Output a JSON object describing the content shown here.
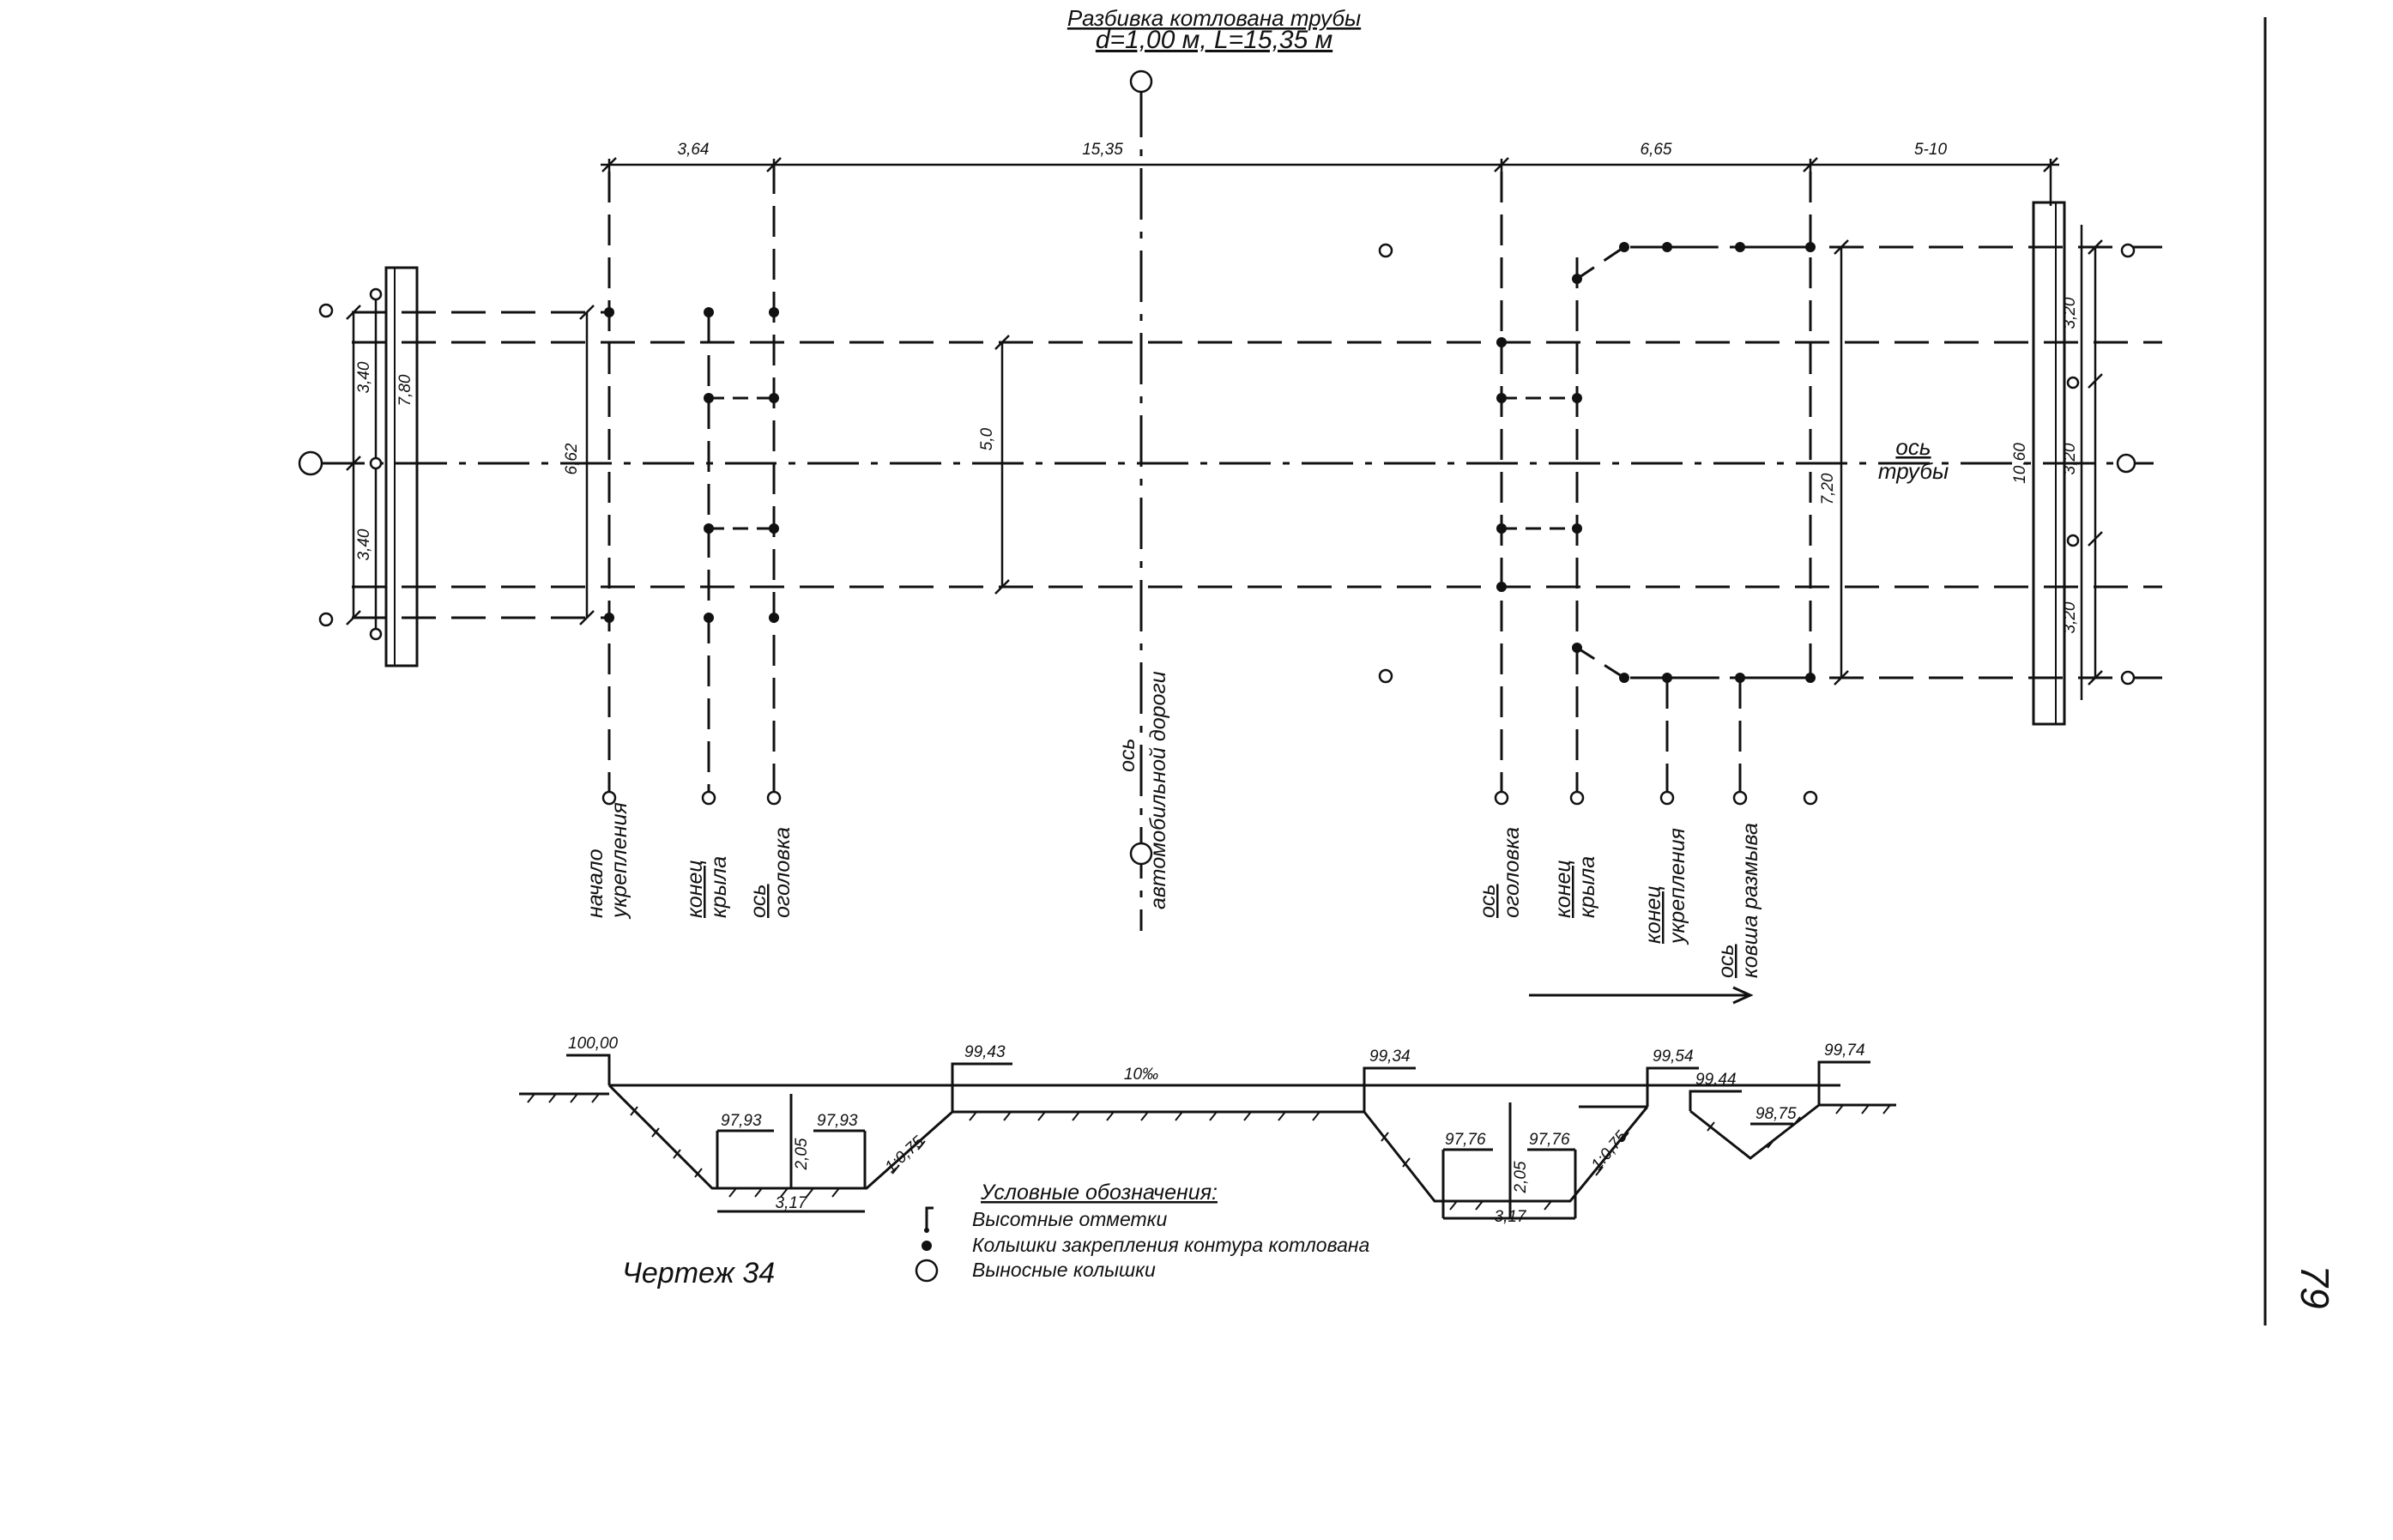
{
  "title": {
    "line1": "Разбивка котлована трубы",
    "line2": "d=1,00 м,  L=15,35 м"
  },
  "top_dimensions": [
    "3,64",
    "15,35",
    "6,65",
    "5-10"
  ],
  "left_dimensions": {
    "upper": "3,40",
    "lower": "3,40",
    "total": "7,80",
    "inner": "6,62"
  },
  "middle_dimension": "5,0",
  "right_dimensions": {
    "wing": "7,20",
    "total": "10,60",
    "seg1": "3,20",
    "seg2": "3,20",
    "seg3": "3,20"
  },
  "pipe_axis": {
    "line1": "ось",
    "line2": "трубы"
  },
  "road_axis": {
    "line1": "ось",
    "line2": "автомобильной дороги"
  },
  "point_labels": [
    {
      "top": "начало",
      "bottom": "укрепления"
    },
    {
      "top": "конец",
      "bottom": "крыла"
    },
    {
      "top": "ось",
      "bottom": "оголовка"
    },
    {
      "top": "ось",
      "bottom": "оголовка"
    },
    {
      "top": "конец",
      "bottom": "крыла"
    },
    {
      "top": "конец",
      "bottom": "укрепления"
    },
    {
      "top": "ось",
      "bottom": "ковша размыва"
    }
  ],
  "profile": {
    "elevations": [
      "100,00",
      "99,43",
      "99,34",
      "99,54",
      "99,44",
      "99,74"
    ],
    "pit_elevations": [
      "97,93",
      "97,93",
      "97,76",
      "97,76",
      "98,75"
    ],
    "depths": [
      "2,05",
      "2,05"
    ],
    "bottom_widths": [
      "3,17",
      "3,17"
    ],
    "slopes": [
      "1:0,75",
      "1:0,75"
    ],
    "gradient": "10‰"
  },
  "legend": {
    "title": "Условные обозначения:",
    "items": [
      {
        "icon": "elevation-mark-icon",
        "label": "Высотные отметки"
      },
      {
        "icon": "filled-dot-icon",
        "label": "Колышки закрепления контура котлована"
      },
      {
        "icon": "open-circle-icon",
        "label": "Выносные колышки"
      }
    ]
  },
  "caption": "Чертеж 34",
  "page_number": "79"
}
